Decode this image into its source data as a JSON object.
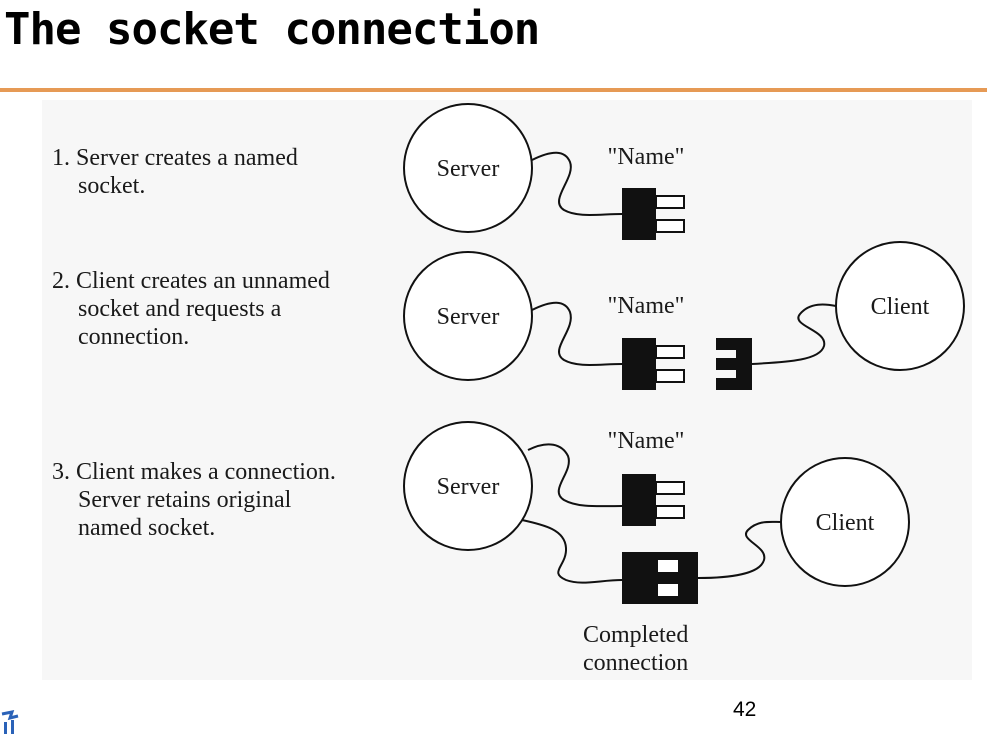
{
  "slide": {
    "title": "The socket connection",
    "page_number": "42"
  },
  "steps": [
    {
      "lines": [
        "1. Server creates a named",
        "socket."
      ]
    },
    {
      "lines": [
        "2. Client creates an unnamed",
        "socket and requests a",
        "connection."
      ]
    },
    {
      "lines": [
        "3. Client makes a connection.",
        "Server retains original",
        "named socket."
      ]
    }
  ],
  "diagram": {
    "server_label": "Server",
    "client_label": "Client",
    "socket_name": "\"Name\"",
    "completed_label_line1": "Completed",
    "completed_label_line2": "connection"
  },
  "colors": {
    "accent_rule": "#e69a55",
    "figure_bg": "#f7f7f7"
  }
}
